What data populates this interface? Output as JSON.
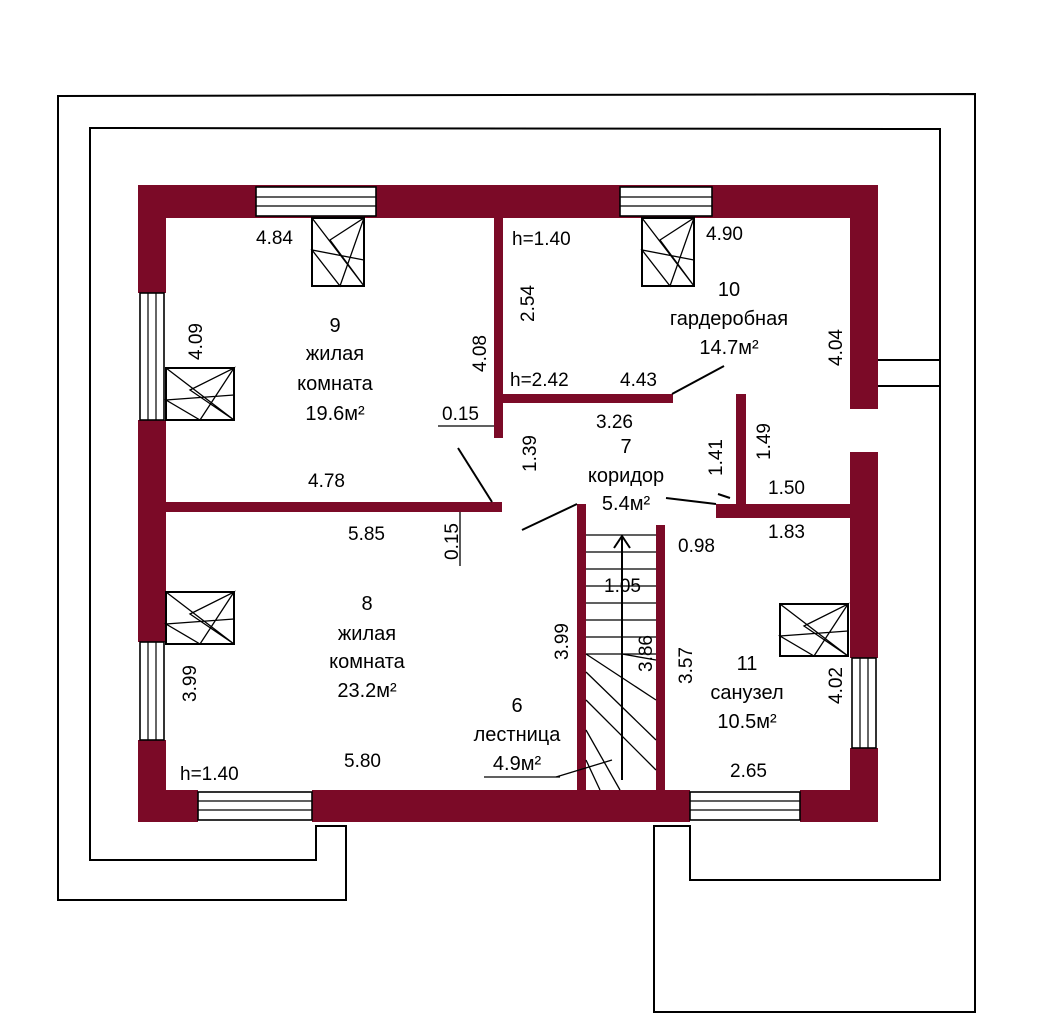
{
  "colors": {
    "wall": "#7b0a27",
    "line": "#000000",
    "background": "#ffffff"
  },
  "rooms": [
    {
      "id": "room-9",
      "number": "9",
      "name_line1": "жилая",
      "name_line2": "комната",
      "area": "19.6м²"
    },
    {
      "id": "room-10",
      "number": "10",
      "name_line1": "гардеробная",
      "area": "14.7м²"
    },
    {
      "id": "room-7",
      "number": "7",
      "name_line1": "коридор",
      "area": "5.4м²"
    },
    {
      "id": "room-8",
      "number": "8",
      "name_line1": "жилая",
      "name_line2": "комната",
      "area": "23.2м²"
    },
    {
      "id": "room-6",
      "number": "6",
      "name_line1": "лестница",
      "area": "4.9м²"
    },
    {
      "id": "room-11",
      "number": "11",
      "name_line1": "санузел",
      "area": "10.5м²"
    }
  ],
  "dimensions": {
    "d_4_84": "4.84",
    "d_4_09": "4.09",
    "d_4_08": "4.08",
    "d_0_15_a": "0.15",
    "d_4_78": "4.78",
    "h_1_40_top": "h=1.40",
    "d_2_54": "2.54",
    "d_4_90": "4.90",
    "d_4_04": "4.04",
    "h_2_42": "h=2.42",
    "d_4_43": "4.43",
    "d_3_26": "3.26",
    "d_1_39": "1.39",
    "d_1_41": "1.41",
    "d_1_49": "1.49",
    "d_1_50": "1.50",
    "d_5_85": "5.85",
    "d_0_15_b": "0.15",
    "d_1_83": "1.83",
    "d_0_98": "0.98",
    "d_1_05": "1.05",
    "d_3_99_left": "3.99",
    "d_3_99_mid": "3.99",
    "d_3_86": "3.86",
    "d_3_57": "3.57",
    "d_4_02": "4.02",
    "h_1_40_bottom": "h=1.40",
    "d_5_80": "5.80",
    "d_2_65": "2.65"
  }
}
